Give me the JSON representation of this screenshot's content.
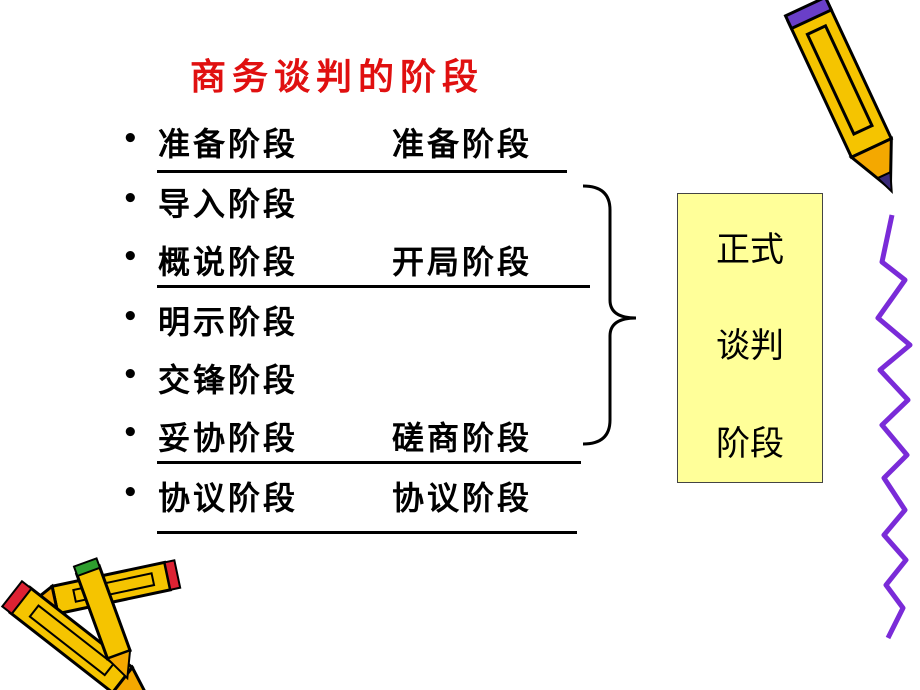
{
  "title": "商务谈判的阶段",
  "stages": [
    {
      "left": "准备阶段",
      "right": "准备阶段"
    },
    {
      "left": "导入阶段",
      "right": ""
    },
    {
      "left": "概说阶段",
      "right": "开局阶段"
    },
    {
      "left": "明示阶段",
      "right": ""
    },
    {
      "left": "交锋阶段",
      "right": ""
    },
    {
      "left": "妥协阶段",
      "right": "磋商阶段"
    },
    {
      "left": "协议阶段",
      "right": "协议阶段"
    }
  ],
  "bullet": "•",
  "box": {
    "line1": "正式",
    "line2": "谈判",
    "line3": "阶段"
  },
  "colors": {
    "title": "#e01010",
    "box_bg": "#ffff99",
    "pencil_body": "#f5c400",
    "zigzag": "#7a2bd8"
  },
  "icons": [
    "pencil-icon",
    "pencil-icon",
    "pencil-icon",
    "zigzag-line"
  ]
}
